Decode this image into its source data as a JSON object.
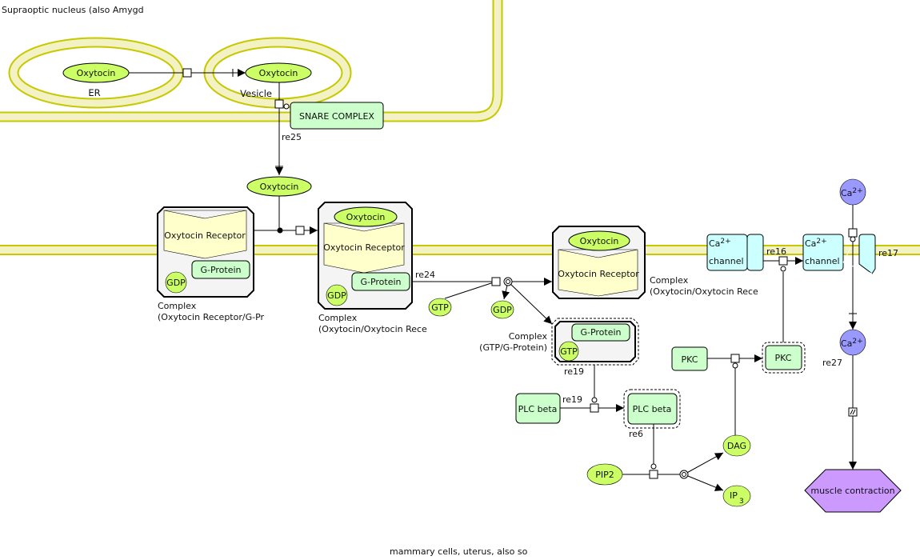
{
  "compartments": {
    "top": "Supraoptic nucleus (also Amygd",
    "bottom": "mammary cells, uterus, also so",
    "er": "ER",
    "vesicle": "Vesicle"
  },
  "species": {
    "oxytocin": "Oxytocin",
    "oxytocin_receptor": "Oxytocin Receptor",
    "g_protein": "G-Protein",
    "gdp": "GDP",
    "gtp": "GTP",
    "snare": "SNARE COMPLEX",
    "plc_beta": "PLC beta",
    "pkc": "PKC",
    "pip2": "PIP2",
    "dag": "DAG",
    "ip3": "IP",
    "ip3_sub": "3",
    "ca": "Ca",
    "ca_sup": "2+",
    "channel": "channel",
    "muscle_contraction": "muscle contraction"
  },
  "complexes": {
    "c1_line1": "Complex",
    "c1_line2": "(Oxytocin Receptor/G-Pr",
    "c2_line1": "Complex",
    "c2_line2": "(Oxytocin/Oxytocin Rece",
    "c3_line1": "Complex",
    "c3_line2": "(Oxytocin/Oxytocin Rece",
    "c4_line1": "Complex",
    "c4_line2": "(GTP/G-Protein)"
  },
  "reactions": {
    "re25": "re25",
    "re24": "re24",
    "re19": "re19",
    "re6": "re6",
    "re16": "re16",
    "re17": "re17",
    "re27": "re27"
  },
  "colors": {
    "membrane": "#c8c800",
    "membrane_fill": "#f2f2c4",
    "small_molecule": "#ccff66",
    "protein": "#ccffcc",
    "receptor": "#ffffcc",
    "channel": "#ccffff",
    "ion": "#9999ff",
    "phenotype": "#cc99ff"
  }
}
